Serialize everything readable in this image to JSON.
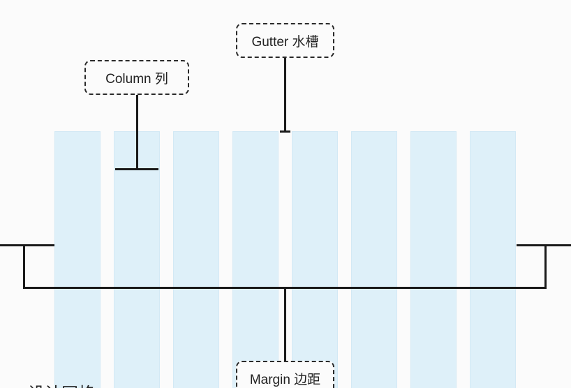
{
  "diagram": {
    "callouts": {
      "gutter": "Gutter 水槽",
      "column": "Column 列",
      "margin": "Margin 边距"
    },
    "partial_heading": "设计网格",
    "colors": {
      "column_fill": "#def0f9",
      "line": "#1a1a1a",
      "background": "#fbfbfb"
    },
    "column_count": 8
  }
}
